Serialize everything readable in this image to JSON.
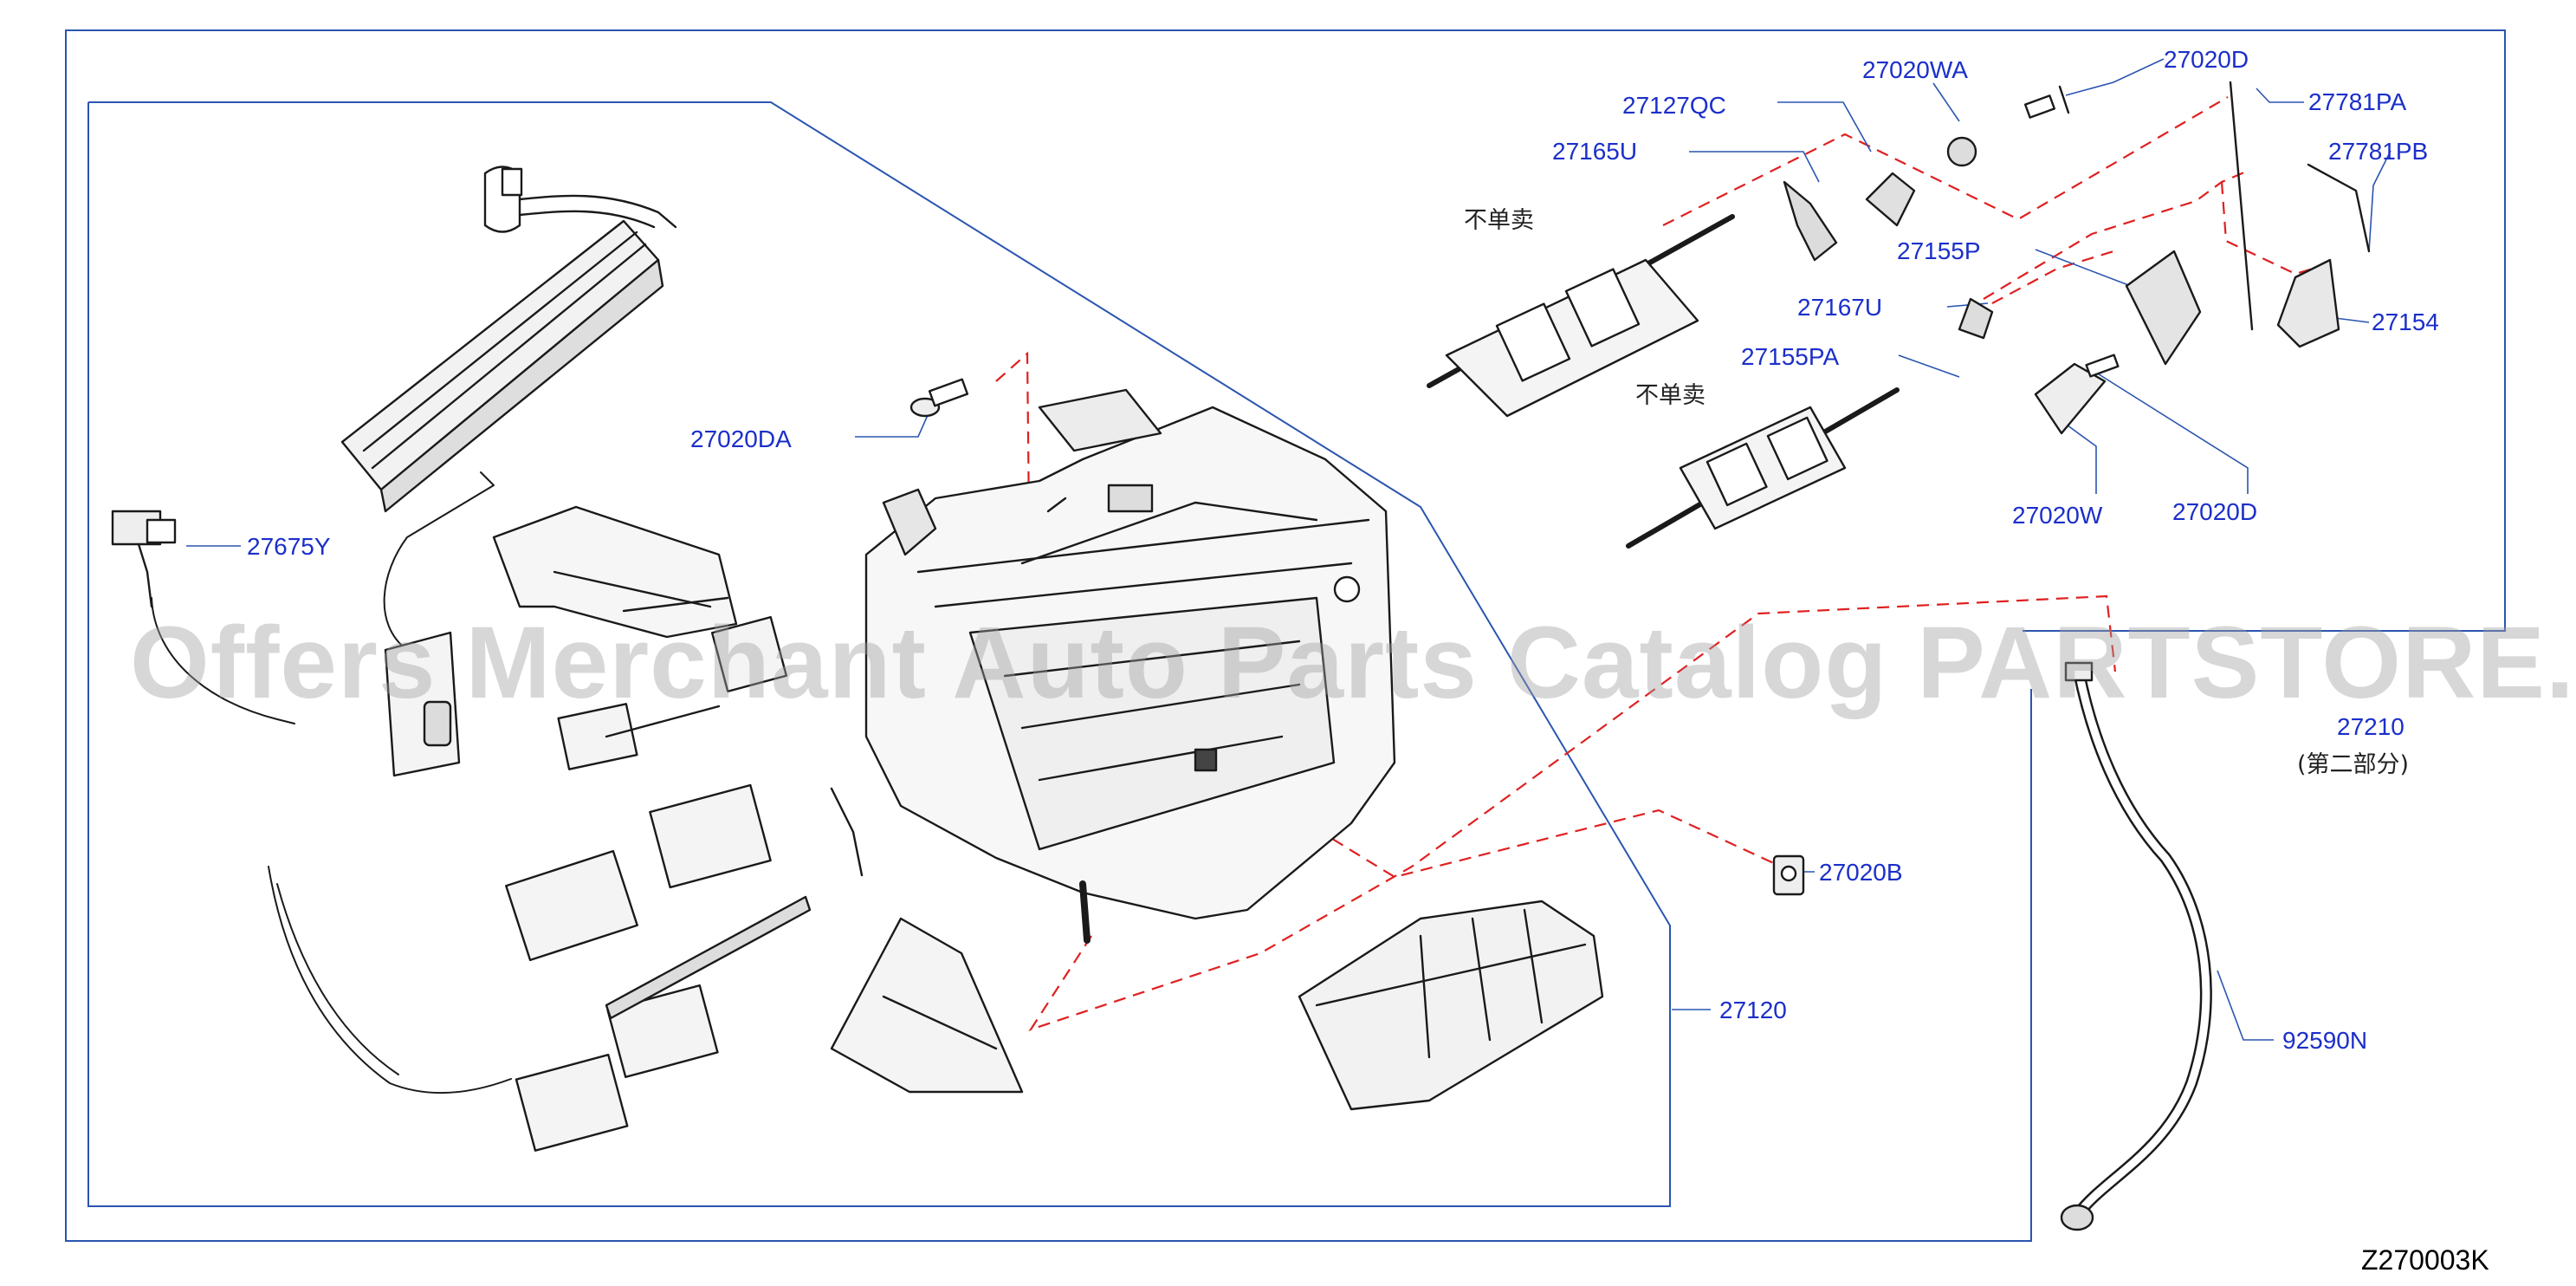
{
  "diagram": {
    "callouts": {
      "p27020D_top": "27020D",
      "p27020WA": "27020WA",
      "p27781PA": "27781PA",
      "p27127QC": "27127QC",
      "p27781PB": "27781PB",
      "p27165U": "27165U",
      "p27155P": "27155P",
      "p27167U": "27167U",
      "p27154": "27154",
      "p27155PA": "27155PA",
      "p27020DA": "27020DA",
      "p27675Y": "27675Y",
      "p27020W": "27020W",
      "p27020D_bottom": "27020D",
      "p27210": "27210",
      "p27020B": "27020B",
      "p27120": "27120",
      "p92590N": "92590N"
    },
    "notes": {
      "not_sold_1": "不单卖",
      "not_sold_2": "不单卖",
      "part_two": "(第二部分)"
    },
    "watermark": "Offers Merchant Auto Parts Catalog PARTSTORE.SA",
    "diagram_code": "Z270003K",
    "colors": {
      "callout_text": "#1b2fc9",
      "frame_line": "#2b55b0",
      "dashed_leader": "#e02020",
      "part_outline": "#1a1a1a"
    }
  }
}
